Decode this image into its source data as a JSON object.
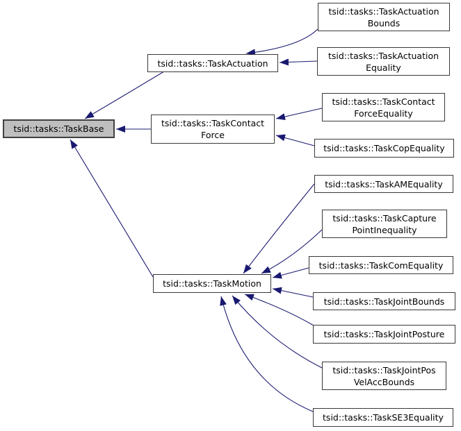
{
  "diagram": {
    "kind": "class-inheritance-graph",
    "colors": {
      "background": "#ffffff",
      "edge": "#191970",
      "node_border": "#383838",
      "node_fill": "#ffffff",
      "selected_node_fill": "#bfbfbf",
      "text": "#000000"
    },
    "nodes": {
      "task_base": {
        "label": "tsid::tasks::TaskBase",
        "selected": true
      },
      "task_actuation": {
        "label": "tsid::tasks::TaskActuation"
      },
      "task_contact_force": {
        "label": "tsid::tasks::TaskContact\nForce"
      },
      "task_motion": {
        "label": "tsid::tasks::TaskMotion"
      },
      "task_actuation_bounds": {
        "label": "tsid::tasks::TaskActuation\nBounds"
      },
      "task_actuation_equality": {
        "label": "tsid::tasks::TaskActuation\nEquality"
      },
      "task_contact_force_equality": {
        "label": "tsid::tasks::TaskContact\nForceEquality"
      },
      "task_cop_equality": {
        "label": "tsid::tasks::TaskCopEquality"
      },
      "task_am_equality": {
        "label": "tsid::tasks::TaskAMEquality"
      },
      "task_capture_point_inequality": {
        "label": "tsid::tasks::TaskCapture\nPointInequality"
      },
      "task_com_equality": {
        "label": "tsid::tasks::TaskComEquality"
      },
      "task_joint_bounds": {
        "label": "tsid::tasks::TaskJointBounds"
      },
      "task_joint_posture": {
        "label": "tsid::tasks::TaskJointPosture"
      },
      "task_joint_pos_vel_acc_bounds": {
        "label": "tsid::tasks::TaskJointPos\nVelAccBounds"
      },
      "task_se3_equality": {
        "label": "tsid::tasks::TaskSE3Equality"
      }
    },
    "edges": [
      {
        "from": "task_actuation",
        "to": "task_base"
      },
      {
        "from": "task_contact_force",
        "to": "task_base"
      },
      {
        "from": "task_motion",
        "to": "task_base"
      },
      {
        "from": "task_actuation_bounds",
        "to": "task_actuation"
      },
      {
        "from": "task_actuation_equality",
        "to": "task_actuation"
      },
      {
        "from": "task_contact_force_equality",
        "to": "task_contact_force"
      },
      {
        "from": "task_cop_equality",
        "to": "task_contact_force"
      },
      {
        "from": "task_am_equality",
        "to": "task_motion"
      },
      {
        "from": "task_capture_point_inequality",
        "to": "task_motion"
      },
      {
        "from": "task_com_equality",
        "to": "task_motion"
      },
      {
        "from": "task_joint_bounds",
        "to": "task_motion"
      },
      {
        "from": "task_joint_posture",
        "to": "task_motion"
      },
      {
        "from": "task_joint_pos_vel_acc_bounds",
        "to": "task_motion"
      },
      {
        "from": "task_se3_equality",
        "to": "task_motion"
      }
    ],
    "arrow_meaning": "derived class points to base class"
  }
}
